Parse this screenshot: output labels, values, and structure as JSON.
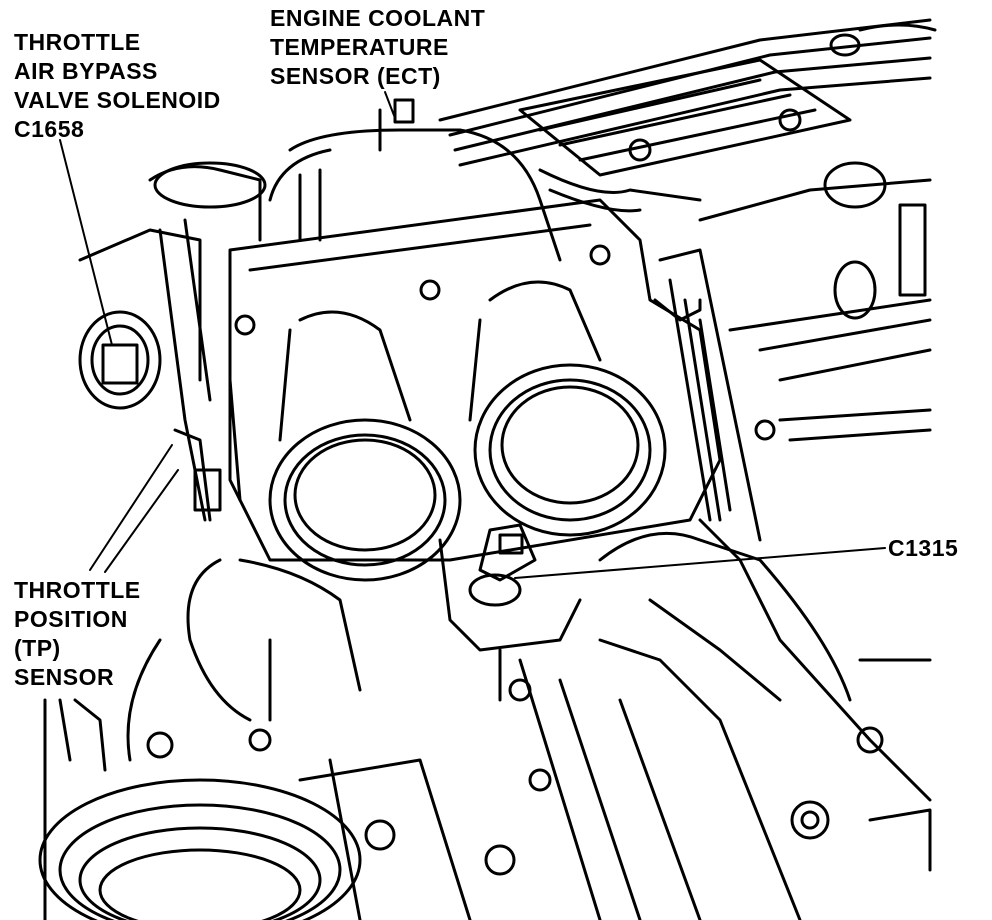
{
  "diagram": {
    "labels": {
      "bypass_valve": [
        "THROTTLE",
        "AIR BYPASS",
        "VALVE SOLENOID",
        "C1658"
      ],
      "ect_sensor": [
        "ENGINE COOLANT",
        "TEMPERATURE",
        "SENSOR (ECT)"
      ],
      "tp_sensor": [
        "THROTTLE",
        "POSITION",
        "(TP)",
        "SENSOR"
      ],
      "connector_c1315": "C1315"
    },
    "colors": {
      "ink": "#000000",
      "paper": "#ffffff"
    }
  }
}
